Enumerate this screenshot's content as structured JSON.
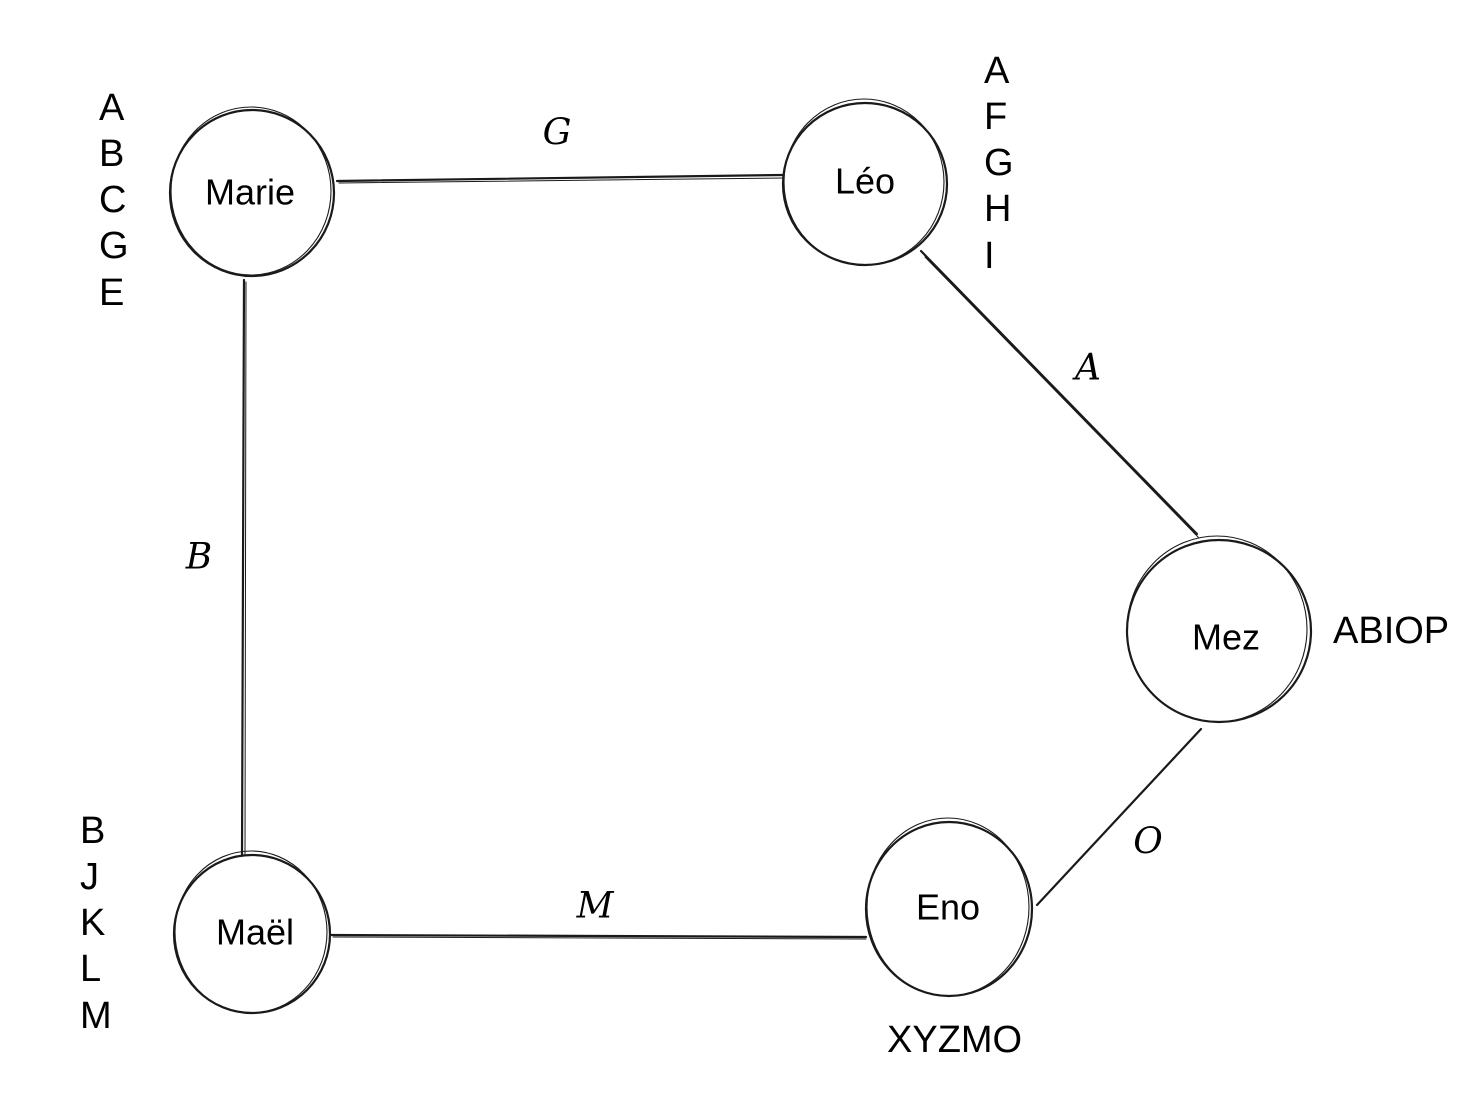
{
  "nodes": {
    "marie": {
      "name": "Marie",
      "letters": [
        "A",
        "B",
        "C",
        "G",
        "E"
      ]
    },
    "leo": {
      "name": "Léo",
      "letters": [
        "A",
        "F",
        "G",
        "H",
        "I"
      ]
    },
    "mez": {
      "name": "Mez",
      "letters_inline": "ABIOP"
    },
    "eno": {
      "name": "Eno",
      "letters_inline": "XYZMO"
    },
    "mael": {
      "name": "Maël",
      "letters": [
        "B",
        "J",
        "K",
        "L",
        "M"
      ]
    }
  },
  "edges": {
    "marie_leo": {
      "label": "G"
    },
    "leo_mez": {
      "label": "A"
    },
    "mez_eno": {
      "label": "O"
    },
    "eno_mael": {
      "label": "M"
    },
    "mael_marie": {
      "label": "B"
    }
  }
}
